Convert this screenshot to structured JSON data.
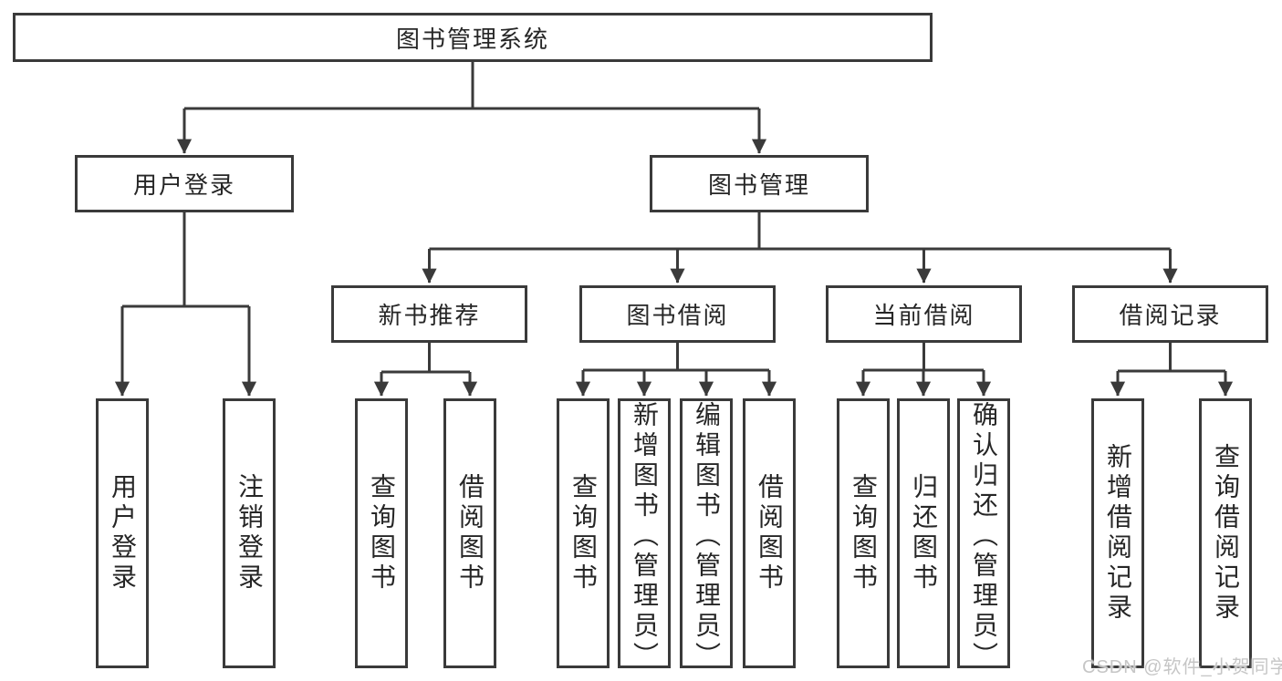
{
  "root": {
    "label": "图书管理系统"
  },
  "user_login": {
    "label": "用户登录",
    "children": [
      {
        "label": "用户登录"
      },
      {
        "label": "注销登录"
      }
    ]
  },
  "book_mgmt": {
    "label": "图书管理",
    "sections": [
      {
        "label": "新书推荐",
        "children": [
          {
            "label": "查询图书"
          },
          {
            "label": "借阅图书"
          }
        ]
      },
      {
        "label": "图书借阅",
        "children": [
          {
            "label": "查询图书"
          },
          {
            "label": "新增图书（管理员）"
          },
          {
            "label": "编辑图书（管理员）"
          },
          {
            "label": "借阅图书"
          }
        ]
      },
      {
        "label": "当前借阅",
        "children": [
          {
            "label": "查询图书"
          },
          {
            "label": "归还图书"
          },
          {
            "label": "确认归还（管理员）"
          }
        ]
      },
      {
        "label": "借阅记录",
        "children": [
          {
            "label": "新增借阅记录"
          },
          {
            "label": "查询借阅记录"
          }
        ]
      }
    ]
  },
  "watermark": {
    "text": "CSDN @软件_小贺同学"
  },
  "colors": {
    "line": "#3a3a3a",
    "text": "#262626",
    "background": "#ffffff",
    "watermark_text": "#c6c6c6"
  }
}
